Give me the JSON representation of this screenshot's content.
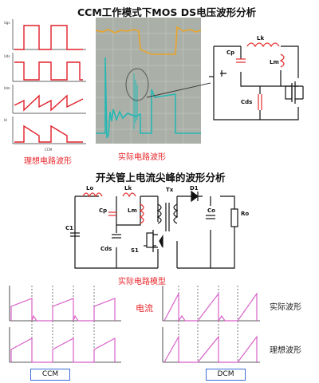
{
  "title_top": "CCM工作模式下MOS DS电压波形分析",
  "title_mid": "开关管上电流尖峰的波形分析",
  "ideal_waveforms": {
    "caption": "理想电路波形",
    "xlabel": "CCM",
    "trace_labels": [
      "Ugs",
      "Uds",
      "Idm",
      "Id"
    ]
  },
  "scope_capture": {
    "caption": "实际电路波形"
  },
  "circuit_top": {
    "labels": [
      "Lk",
      "Cp",
      "Lm",
      "Cds"
    ]
  },
  "circuit_mid": {
    "caption": "实际电路模型",
    "labels": [
      "Lo",
      "Lk",
      "Tx",
      "D1",
      "Cp",
      "Lm",
      "Co",
      "Ro",
      "C1",
      "Cds",
      "S1"
    ]
  },
  "bottom": {
    "center_label": "电流",
    "right_top": "实际波形",
    "right_bottom": "理想波形",
    "left_box": "CCM",
    "right_box": "DCM"
  },
  "colors": {
    "ideal_trace": "#e0202a",
    "scope_bg": "#aab0a8",
    "scope_yellow": "#e9a42a",
    "scope_cyan": "#25b8b3",
    "circuit_red": "#e53a3a",
    "pink_trace": "#d862c8",
    "box_border": "#3b6bd6"
  }
}
